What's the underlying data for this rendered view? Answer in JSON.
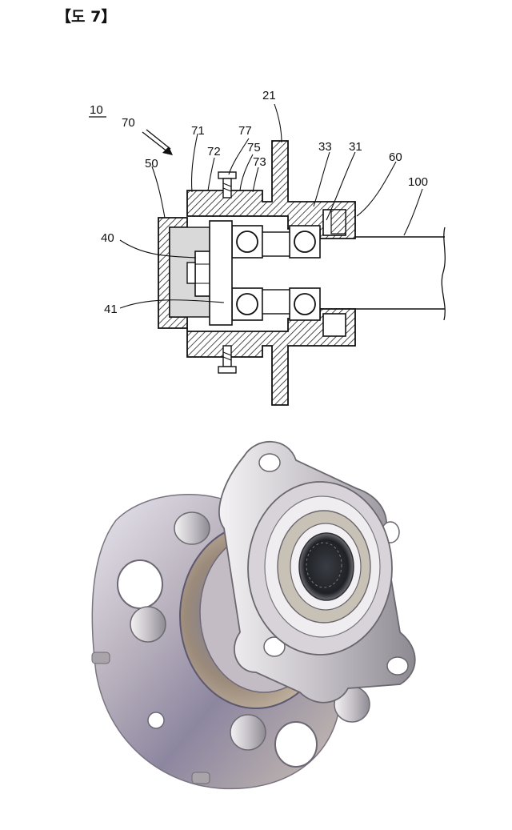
{
  "figure_title": "【도 7】",
  "labels": {
    "assembly": "10",
    "l21": "21",
    "l70": "70",
    "l71": "71",
    "l77": "77",
    "l72": "72",
    "l75": "75",
    "l73": "73",
    "l33": "33",
    "l31": "31",
    "l60": "60",
    "l100": "100",
    "l50": "50",
    "l40": "40",
    "l41": "41"
  }
}
